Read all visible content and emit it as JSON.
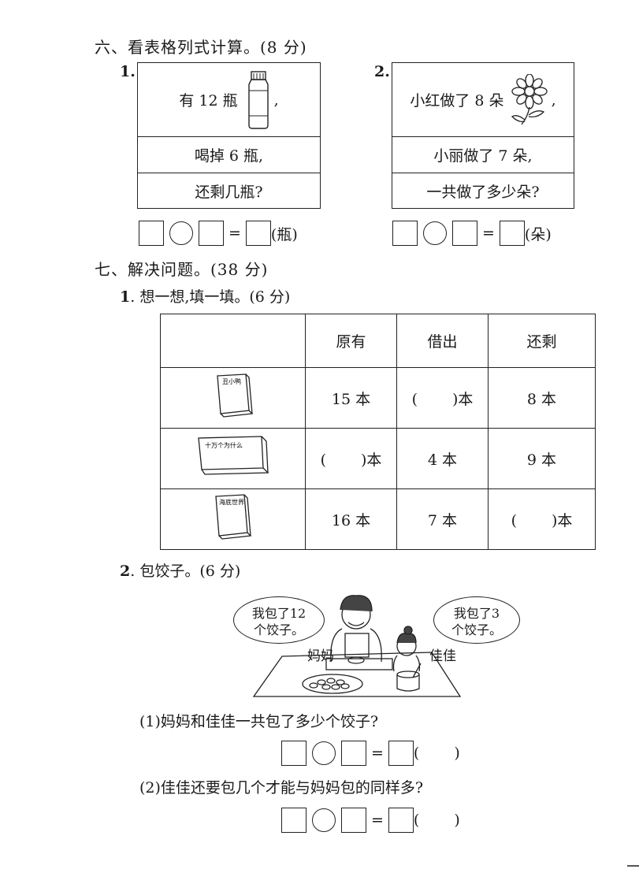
{
  "section6": {
    "title": "六、看表格列式计算。(8 分)",
    "q1": {
      "number": "1.",
      "row1_text": "有 12 瓶",
      "row1_suffix": ",",
      "row2": "喝掉 6 瓶,",
      "row3": "还剩几瓶?",
      "equals": "=",
      "unit": "(瓶)"
    },
    "q2": {
      "number": "2.",
      "row1_text": "小红做了 8 朵",
      "row1_suffix": ",",
      "row2": "小丽做了 7 朵,",
      "row3": "一共做了多少朵?",
      "equals": "=",
      "unit": "(朵)"
    }
  },
  "section7": {
    "title": "七、解决问题。(38 分)",
    "q1": {
      "number": "1",
      "title": ". 想一想,填一填。(6 分)",
      "headers": [
        "",
        "原有",
        "借出",
        "还剩"
      ],
      "rows": [
        {
          "book": "丑小鸭",
          "original": "15 本",
          "lent_open": "(",
          "lent_close": ")本",
          "remain": "8 本"
        },
        {
          "book": "十万个为什么",
          "original_open": "(",
          "original_close": ")本",
          "lent": "4 本",
          "remain": "9 本"
        },
        {
          "book": "海底世界",
          "original": "16 本",
          "lent": "7 本",
          "remain_open": "(",
          "remain_close": ")本"
        }
      ]
    },
    "q2": {
      "number": "2",
      "title": ". 包饺子。(6 分)",
      "bubble_left": [
        "我包了12",
        "个饺子。"
      ],
      "bubble_right": [
        "我包了3",
        "个饺子。"
      ],
      "name_left": "妈妈",
      "name_right": "佳佳",
      "sub1": "(1)妈妈和佳佳一共包了多少个饺子?",
      "sub2": "(2)佳佳还要包几个才能与妈妈包的同样多?",
      "equals": "=",
      "unit_open": "(",
      "unit_close": ")"
    }
  }
}
